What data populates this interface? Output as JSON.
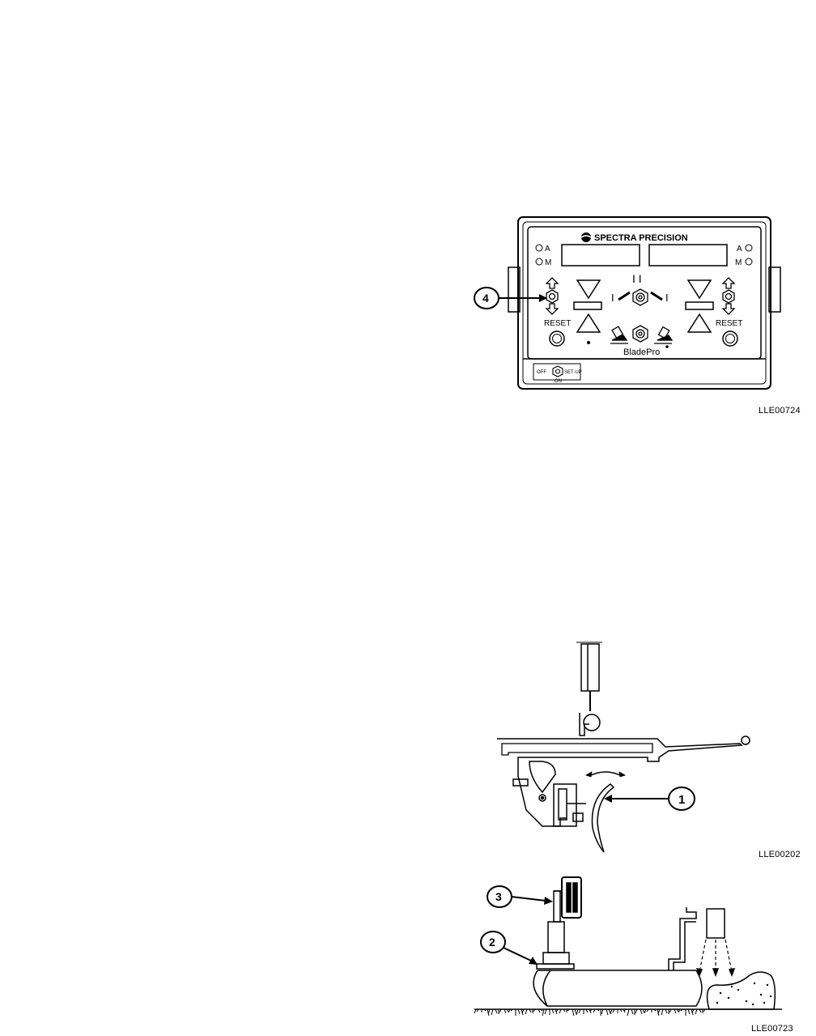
{
  "figure1": {
    "brand": "SPECTRA PRECISION",
    "product": "BladePro",
    "indicator_a": "A",
    "indicator_m": "M",
    "reset_label": "RESET",
    "switch_off": "OFF",
    "switch_setup": "SET-UP",
    "switch_on": "ON",
    "callout": "4",
    "code": "LLE00724"
  },
  "figure2": {
    "callout": "1",
    "code": "LLE00202"
  },
  "figure3": {
    "callout_mast": "3",
    "callout_base": "2",
    "code": "LLE00723"
  }
}
